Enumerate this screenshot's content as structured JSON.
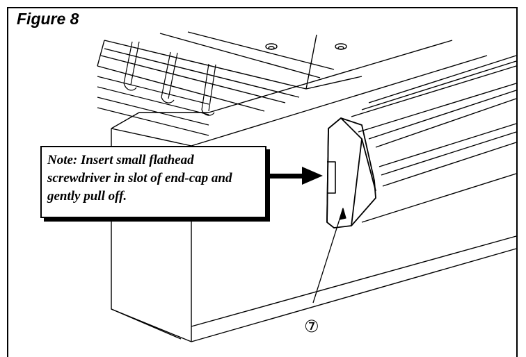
{
  "figure": {
    "title": "Figure 8",
    "note": "Note: Insert small flathead screwdriver in slot of end-cap and gently pull off.",
    "callout_number": "⑦"
  },
  "colors": {
    "line": "#000000",
    "paper": "#ffffff",
    "shadow": "#000000"
  }
}
